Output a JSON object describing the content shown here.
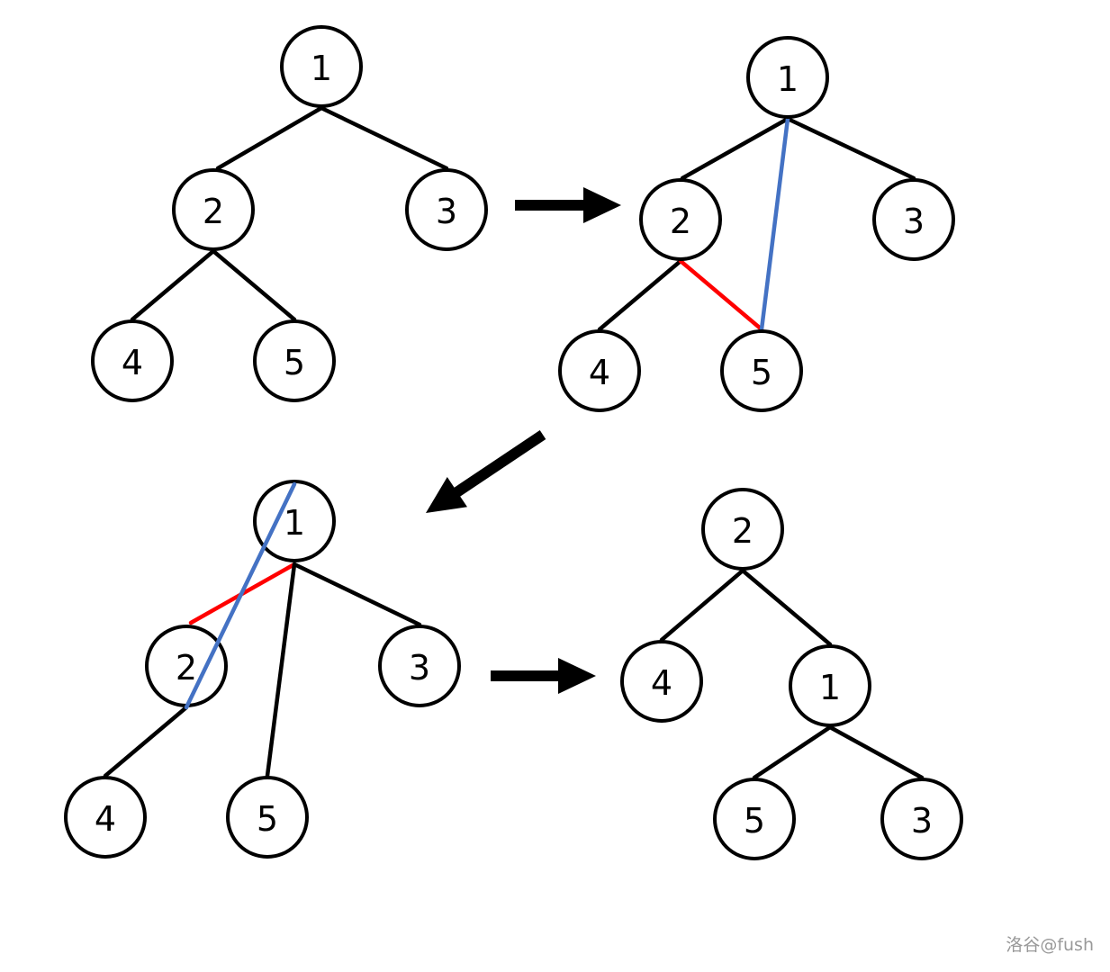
{
  "colors": {
    "line": "#000000",
    "red_edge": "#ff0000",
    "blue_edge": "#4472c4",
    "arrow": "#000000",
    "watermark": "#999999"
  },
  "panels": [
    {
      "id": "step-1",
      "nodes": [
        {
          "id": "n1",
          "label": "1"
        },
        {
          "id": "n2",
          "label": "2"
        },
        {
          "id": "n3",
          "label": "3"
        },
        {
          "id": "n4",
          "label": "4"
        },
        {
          "id": "n5",
          "label": "5"
        }
      ],
      "edges": [
        {
          "from": "n1",
          "to": "n2",
          "color": "black"
        },
        {
          "from": "n1",
          "to": "n3",
          "color": "black"
        },
        {
          "from": "n2",
          "to": "n4",
          "color": "black"
        },
        {
          "from": "n2",
          "to": "n5",
          "color": "black"
        }
      ]
    },
    {
      "id": "step-2",
      "nodes": [
        {
          "id": "n1",
          "label": "1"
        },
        {
          "id": "n2",
          "label": "2"
        },
        {
          "id": "n3",
          "label": "3"
        },
        {
          "id": "n4",
          "label": "4"
        },
        {
          "id": "n5",
          "label": "5"
        }
      ],
      "edges": [
        {
          "from": "n1",
          "to": "n2",
          "color": "black"
        },
        {
          "from": "n1",
          "to": "n3",
          "color": "black"
        },
        {
          "from": "n2",
          "to": "n4",
          "color": "black"
        },
        {
          "from": "n2",
          "to": "n5",
          "color": "red"
        },
        {
          "from": "n1",
          "to": "n5",
          "color": "blue"
        }
      ]
    },
    {
      "id": "step-3",
      "nodes": [
        {
          "id": "n1",
          "label": "1"
        },
        {
          "id": "n2",
          "label": "2"
        },
        {
          "id": "n3",
          "label": "3"
        },
        {
          "id": "n4",
          "label": "4"
        },
        {
          "id": "n5",
          "label": "5"
        }
      ],
      "edges": [
        {
          "from": "n1",
          "to": "n2",
          "color": "red"
        },
        {
          "from": "n1",
          "to": "n3",
          "color": "black"
        },
        {
          "from": "n2",
          "to": "n4",
          "color": "black"
        },
        {
          "from": "n1",
          "to": "n5",
          "color": "black"
        },
        {
          "from": "n1",
          "to": "n2",
          "color": "blue"
        }
      ]
    },
    {
      "id": "step-4",
      "nodes": [
        {
          "id": "n2",
          "label": "2"
        },
        {
          "id": "n4",
          "label": "4"
        },
        {
          "id": "n1",
          "label": "1"
        },
        {
          "id": "n5",
          "label": "5"
        },
        {
          "id": "n3",
          "label": "3"
        }
      ],
      "edges": [
        {
          "from": "n2",
          "to": "n4",
          "color": "black"
        },
        {
          "from": "n2",
          "to": "n1",
          "color": "black"
        },
        {
          "from": "n1",
          "to": "n5",
          "color": "black"
        },
        {
          "from": "n1",
          "to": "n3",
          "color": "black"
        }
      ]
    }
  ],
  "arrows": [
    {
      "from": "step-1",
      "to": "step-2",
      "icon": "arrow-right-icon"
    },
    {
      "from": "step-2",
      "to": "step-3",
      "icon": "arrow-down-left-icon"
    },
    {
      "from": "step-3",
      "to": "step-4",
      "icon": "arrow-right-icon"
    }
  ],
  "watermark": "洛谷@fush"
}
